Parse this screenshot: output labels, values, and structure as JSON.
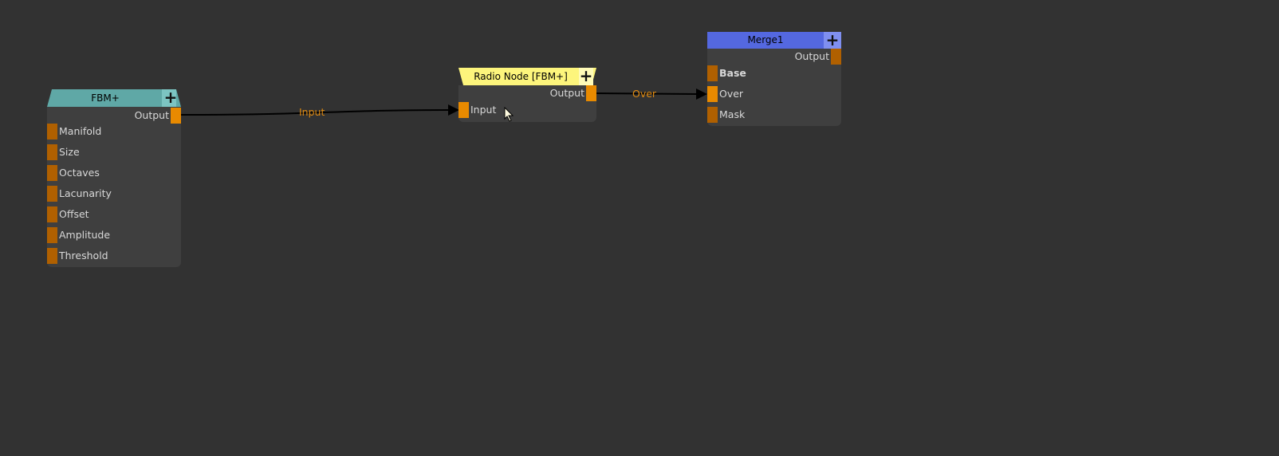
{
  "nodes": {
    "fbm": {
      "title": "FBM+",
      "plus": "+",
      "output": "Output",
      "inputs": [
        "Manifold",
        "Size",
        "Octaves",
        "Lacunarity",
        "Offset",
        "Amplitude",
        "Threshold"
      ],
      "color": "#5fa8a6"
    },
    "radio": {
      "title": "Radio Node [FBM+]",
      "plus": "+",
      "output": "Output",
      "inputs": [
        "Input"
      ],
      "color": "#fdf57c"
    },
    "merge": {
      "title": "Merge1",
      "plus": "+",
      "output": "Output",
      "inputs": [
        "Base",
        "Over",
        "Mask"
      ],
      "color": "#5468e0"
    }
  },
  "edges": [
    {
      "label": "Input"
    },
    {
      "label": "Over"
    }
  ]
}
